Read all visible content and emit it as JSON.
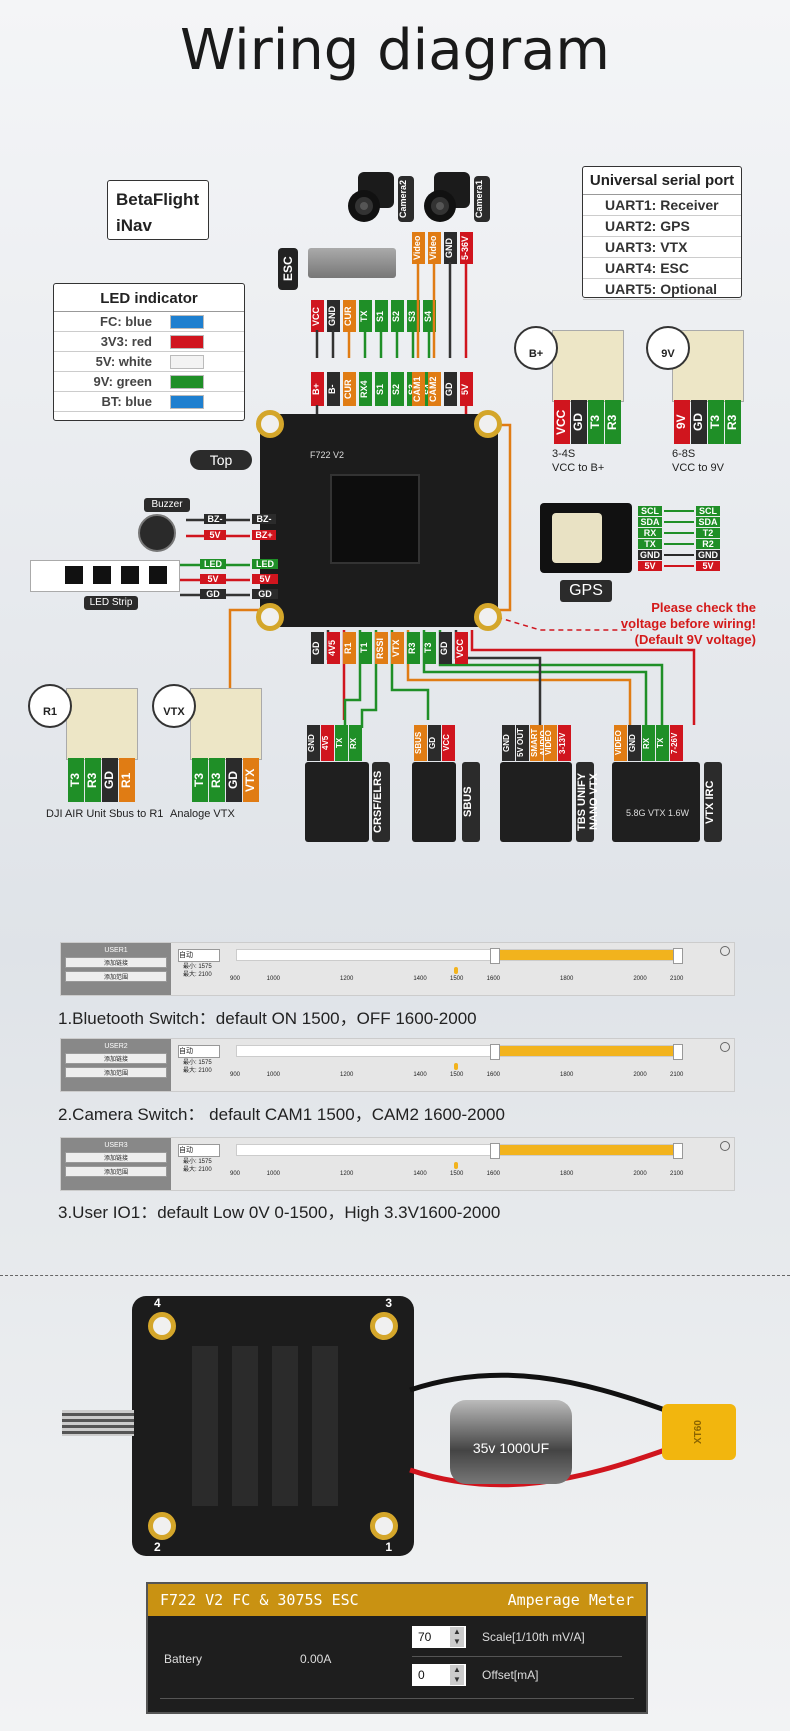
{
  "title": "Wiring diagram",
  "firmware": [
    "BetaFlight",
    "iNav"
  ],
  "led_indicator": {
    "title": "LED indicator",
    "rows": [
      {
        "label": "FC:",
        "value": "blue",
        "color": "#1e7fcf"
      },
      {
        "label": "3V3:",
        "value": "red",
        "color": "#d0151e"
      },
      {
        "label": "5V:",
        "value": "white",
        "color": "#f3f3f3"
      },
      {
        "label": "9V:",
        "value": "green",
        "color": "#1f8f27"
      },
      {
        "label": "BT:",
        "value": "blue",
        "color": "#1e7fcf"
      }
    ]
  },
  "uart": {
    "title": "Universal serial port",
    "rows": [
      "UART1:  Receiver",
      "UART2:  GPS",
      "UART3:  VTX",
      "UART4:  ESC",
      "UART5:  Optional"
    ]
  },
  "cameras": [
    "Camera2",
    "Camera1"
  ],
  "esc_label": "ESC",
  "top_label": "Top",
  "buzzer_label": "Buzzer",
  "led_strip_label": "LED Strip",
  "gps_label": "GPS",
  "fc_marking": "F722 V2",
  "warning": [
    "Please check the",
    "voltage before wiring!",
    "(Default 9V voltage)"
  ],
  "top_wires": {
    "upper": [
      "VCC",
      "GND",
      "CUR",
      "TX",
      "S1",
      "S2",
      "S3",
      "S4",
      "Video",
      "Video",
      "GND",
      "5-36V"
    ],
    "lower": [
      "B+",
      "B-",
      "CUR",
      "RX4",
      "S1",
      "S2",
      "S3",
      "S4",
      "CAM1",
      "CAM2",
      "GD",
      "5V"
    ]
  },
  "buzzer_wires": [
    [
      "BZ-",
      "BZ-"
    ],
    [
      "5V",
      "BZ+"
    ]
  ],
  "led_wires": [
    [
      "LED",
      "LED"
    ],
    [
      "5V",
      "5V"
    ],
    [
      "GD",
      "GD"
    ]
  ],
  "bplus_conn": {
    "badge": "B+",
    "pins": [
      "VCC",
      "GD",
      "T3",
      "R3"
    ],
    "note": [
      "3-4S",
      "VCC to B+"
    ]
  },
  "ninev_conn": {
    "badge": "9V",
    "pins": [
      "9V",
      "GD",
      "T3",
      "R3"
    ],
    "note": [
      "6-8S",
      "VCC to 9V"
    ]
  },
  "gps_wires": [
    [
      "SCL",
      "SCL"
    ],
    [
      "SDA",
      "SDA"
    ],
    [
      "RX",
      "T2"
    ],
    [
      "TX",
      "R2"
    ],
    [
      "GND",
      "GND"
    ],
    [
      "5V",
      "5V"
    ]
  ],
  "bottom_wires": [
    "GD",
    "4V5",
    "R1",
    "T1",
    "RSSI",
    "VTX",
    "R3",
    "T3",
    "GD",
    "VCC"
  ],
  "r1_conn": {
    "badge": "R1",
    "pins": [
      "T3",
      "R3",
      "GD",
      "R1"
    ],
    "caption": "DJI AIR Unit Sbus to R1"
  },
  "vtx_conn": {
    "badge": "VTX",
    "pins": [
      "T3",
      "R3",
      "GD",
      "VTX"
    ],
    "caption": "Analoge VTX"
  },
  "receivers": {
    "crsf": {
      "label": "CRSF/ELRS",
      "pins": [
        "GND",
        "4V5",
        "TX",
        "RX"
      ]
    },
    "sbus": {
      "label": "SBUS",
      "pins": [
        "SBUS",
        "GD",
        "VCC"
      ]
    },
    "tbs": {
      "label": "TBS UNIFY NANO VTX",
      "pins": [
        "GND",
        "5V OUT",
        "SMART AUDIO",
        "VIDEO",
        "3-13V"
      ]
    },
    "vtx_irc": {
      "label": "VTX IRC",
      "pins": [
        "VIDEO",
        "GND",
        "RX",
        "TX",
        "7-26V"
      ],
      "module_text": "5.8G VTX 1.6W"
    }
  },
  "switches": [
    {
      "user": "USER1",
      "btn1": "添加链接",
      "btn2": "添加范围",
      "mode": "自动",
      "min": "最小: 1575",
      "max": "最大: 2100",
      "range_start": 1600,
      "range_end": 2100,
      "marker": 1500,
      "caption": "1.Bluetooth Switch：default ON 1500，OFF 1600-2000"
    },
    {
      "user": "USER2",
      "btn1": "添加链接",
      "btn2": "添加范围",
      "mode": "自动",
      "min": "最小: 1575",
      "max": "最大: 2100",
      "range_start": 1600,
      "range_end": 2100,
      "marker": 1500,
      "caption": "2.Camera Switch： default CAM1 1500，CAM2  1600-2000"
    },
    {
      "user": "USER3",
      "btn1": "添加链接",
      "btn2": "添加范围",
      "mode": "自动",
      "min": "最小: 1575",
      "max": "最大: 2100",
      "range_start": 1600,
      "range_end": 2100,
      "marker": 1500,
      "caption": "3.User IO1：default  Low 0V 0-1500，High 3.3V1600-2000"
    }
  ],
  "scale_ticks": [
    "900",
    "1000",
    "1200",
    "1400",
    "1500",
    "1600",
    "1800",
    "2000",
    "2100"
  ],
  "esc": {
    "corners": [
      "4",
      "3",
      "2",
      "1"
    ],
    "capacitor": "35v  1000UF",
    "connector": "XT60"
  },
  "amperage": {
    "title": "F722 V2 FC & 3075S ESC",
    "section": "Amperage Meter",
    "label": "Battery",
    "reading": "0.00A",
    "scale_value": "70",
    "scale_label": "Scale[1/10th mV/A]",
    "offset_value": "0",
    "offset_label": "Offset[mA]"
  }
}
